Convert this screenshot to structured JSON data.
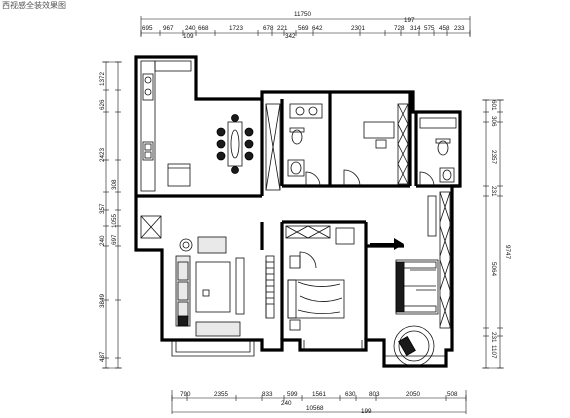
{
  "title": "西视感全装效果图",
  "dims": {
    "top_total": "11750",
    "top_row": [
      "695",
      "967",
      "240",
      "668",
      "1723",
      "678",
      "221",
      "569",
      "642",
      "2301",
      "728",
      "314",
      "575",
      "458",
      "233"
    ],
    "top_sub": {
      "a": "109",
      "b": "342",
      "c": "197"
    },
    "bottom_row": [
      "790",
      "2355",
      "833",
      "599",
      "1561",
      "630",
      "803",
      "2050",
      "508"
    ],
    "bottom_sub": {
      "a": "240",
      "b": "199"
    },
    "bottom_total": "10568",
    "left_outer": [
      "1372",
      "626",
      "2423",
      "308",
      "1055",
      "697",
      "240",
      "3849",
      "487"
    ],
    "left_inner": [
      "357"
    ],
    "right_outer": [
      "9747"
    ],
    "right_inner": [
      "601",
      "306",
      "2357",
      "231",
      "5064",
      "231",
      "1107"
    ]
  },
  "colors": {
    "wall": "#000000",
    "line": "#111111",
    "fill": "#e9e9e9"
  }
}
